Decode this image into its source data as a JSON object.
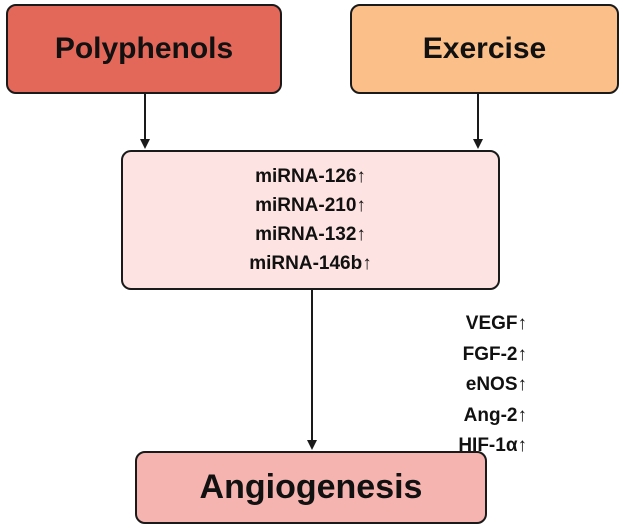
{
  "nodes": {
    "polyphenols": "Polyphenols",
    "exercise": "Exercise",
    "angiogenesis": "Angiogenesis"
  },
  "mirnas": [
    "miRNA-126↑",
    "miRNA-210↑",
    "miRNA-132↑",
    "miRNA-146b↑"
  ],
  "factors": [
    "VEGF↑",
    "FGF-2↑",
    "eNOS↑",
    "Ang-2↑",
    "HIF-1α↑"
  ],
  "colors": {
    "polyphenols": "#e4685a",
    "exercise": "#fbbf8a",
    "mirna_box": "#fde3e1",
    "angiogenesis": "#f6b4b0",
    "stroke": "#1a1a1a"
  }
}
